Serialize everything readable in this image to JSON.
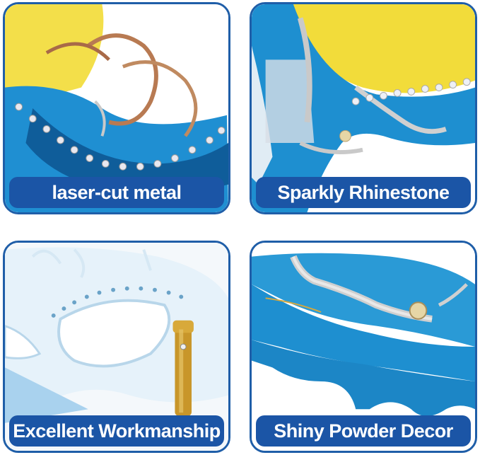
{
  "panels": [
    {
      "caption": "laser-cut metal"
    },
    {
      "caption": "Sparkly Rhinestone"
    },
    {
      "caption": "Excellent Workmanship"
    },
    {
      "caption": "Shiny Powder Decor"
    }
  ],
  "colors": {
    "caption_bg": "#1b55a6",
    "border": "#1f5ea8",
    "mask_blue": "#1e8fd0",
    "mask_gold": "#f2dc3a",
    "metal_silver": "#c9c9c9",
    "metal_copper": "#b87a52",
    "stick_gold": "#c8962a"
  },
  "icons": [
    "mask-photo"
  ]
}
